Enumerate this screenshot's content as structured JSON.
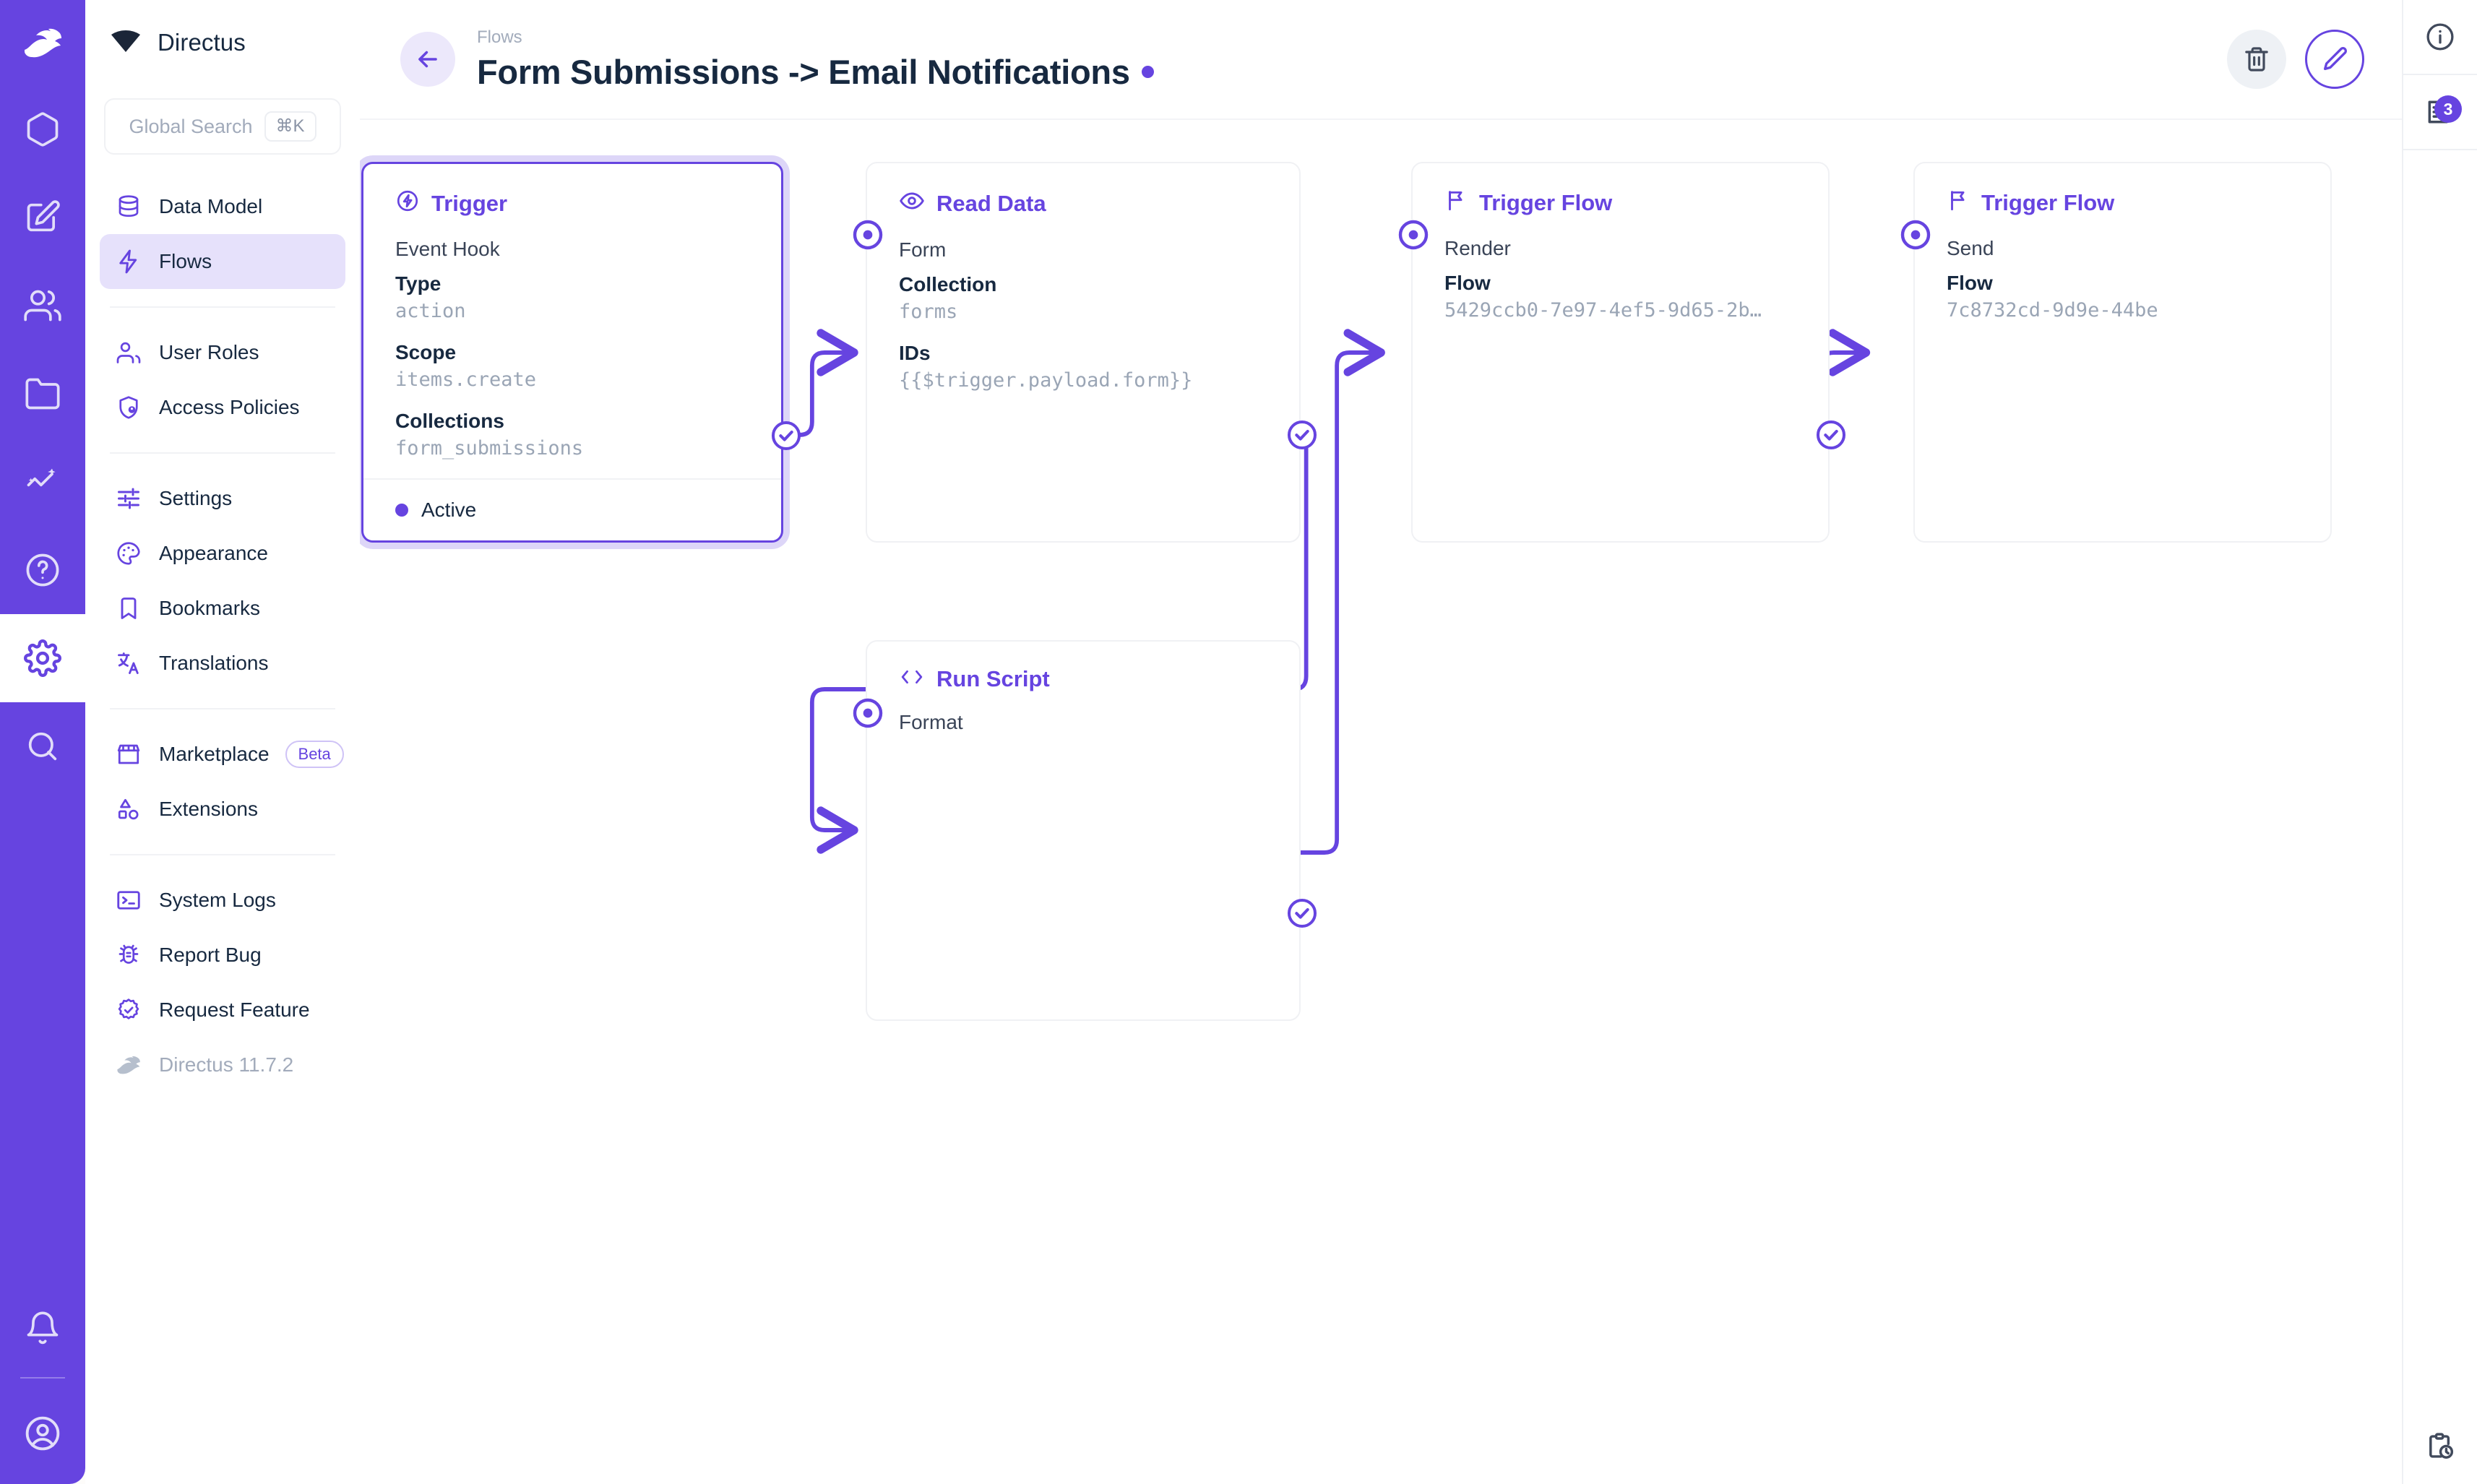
{
  "app": {
    "brand": "Directus",
    "version_label": "Directus 11.7.2"
  },
  "search": {
    "placeholder": "Global Search",
    "shortcut": "⌘K"
  },
  "rail": {
    "items": [
      {
        "name": "directus-logo-icon",
        "label": "Directus"
      },
      {
        "name": "content-box-icon",
        "label": "Content"
      },
      {
        "name": "edit-square-icon",
        "label": "Editor"
      },
      {
        "name": "users-icon",
        "label": "User Directory"
      },
      {
        "name": "folder-icon",
        "label": "File Library"
      },
      {
        "name": "insights-icon",
        "label": "Insights"
      },
      {
        "name": "help-circle-icon",
        "label": "Help"
      },
      {
        "name": "gear-icon",
        "label": "Settings"
      },
      {
        "name": "search-icon",
        "label": "Search"
      }
    ],
    "bottom": [
      {
        "name": "bell-icon",
        "label": "Notifications"
      },
      {
        "name": "account-circle-icon",
        "label": "Account"
      }
    ]
  },
  "sidebar": {
    "groups": [
      {
        "items": [
          {
            "label": "Data Model",
            "icon": "database-icon",
            "active": false
          },
          {
            "label": "Flows",
            "icon": "lightning-bolt-icon",
            "active": true
          }
        ]
      },
      {
        "items": [
          {
            "label": "User Roles",
            "icon": "users-icon",
            "active": false
          },
          {
            "label": "Access Policies",
            "icon": "shield-user-icon",
            "active": false
          }
        ]
      },
      {
        "items": [
          {
            "label": "Settings",
            "icon": "sliders-icon",
            "active": false
          },
          {
            "label": "Appearance",
            "icon": "palette-icon",
            "active": false
          },
          {
            "label": "Bookmarks",
            "icon": "bookmark-icon",
            "active": false
          },
          {
            "label": "Translations",
            "icon": "translate-icon",
            "active": false
          }
        ]
      },
      {
        "items": [
          {
            "label": "Marketplace",
            "icon": "storefront-icon",
            "badge": "Beta",
            "active": false
          },
          {
            "label": "Extensions",
            "icon": "shapes-icon",
            "active": false
          }
        ]
      },
      {
        "items": [
          {
            "label": "System Logs",
            "icon": "terminal-icon",
            "active": false
          },
          {
            "label": "Report Bug",
            "icon": "bug-icon",
            "active": false
          },
          {
            "label": "Request Feature",
            "icon": "badge-check-icon",
            "active": false
          },
          {
            "label": "Directus 11.7.2",
            "icon": "directus-rabbit-icon",
            "muted": true,
            "active": false
          }
        ]
      }
    ]
  },
  "header": {
    "breadcrumb": "Flows",
    "title": "Form Submissions -> Email Notifications",
    "status_dot_color": "#6644e0",
    "back_label": "Back",
    "delete_label": "Delete Flow",
    "edit_label": "Edit Flow"
  },
  "right_panel": {
    "info_label": "Info",
    "logs_label": "Logs",
    "logs_badge": "3",
    "activity_label": "Activity"
  },
  "accent": {
    "primary": "#6644e0",
    "selected_halo": "#ddd6f8",
    "muted_text": "#9aa5b5"
  },
  "flow": {
    "nodes": [
      {
        "id": "trigger",
        "type": "trigger",
        "icon": "bolt-circle-icon",
        "title": "Trigger",
        "subtitle": "Event Hook",
        "selected": true,
        "fields": [
          {
            "key": "Type",
            "value": "action"
          },
          {
            "key": "Scope",
            "value": "items.create"
          },
          {
            "key": "Collections",
            "value": "form_submissions"
          }
        ],
        "footer": {
          "status": "Active"
        }
      },
      {
        "id": "read-data",
        "type": "operation",
        "icon": "eye-icon",
        "title": "Read Data",
        "subtitle": "Form",
        "selected": false,
        "fields": [
          {
            "key": "Collection",
            "value": "forms"
          },
          {
            "key": "IDs",
            "value": "{{$trigger.payload.form}}"
          }
        ]
      },
      {
        "id": "run-script",
        "type": "operation",
        "icon": "code-icon",
        "title": "Run Script",
        "subtitle": "Format",
        "selected": false,
        "fields": []
      },
      {
        "id": "trigger-flow-render",
        "type": "operation",
        "icon": "flag-icon",
        "title": "Trigger Flow",
        "subtitle": "Render",
        "selected": false,
        "fields": [
          {
            "key": "Flow",
            "value": "5429ccb0-7e97-4ef5-9d65-2b…"
          }
        ]
      },
      {
        "id": "trigger-flow-send",
        "type": "operation",
        "icon": "flag-icon",
        "title": "Trigger Flow",
        "subtitle": "Send",
        "selected": false,
        "fields": [
          {
            "key": "Flow",
            "value": "7c8732cd-9d9e-44be"
          }
        ]
      }
    ],
    "edges": [
      {
        "from": "trigger",
        "to": "read-data",
        "kind": "resolve"
      },
      {
        "from": "read-data",
        "to": "run-script",
        "kind": "resolve"
      },
      {
        "from": "run-script",
        "to": "trigger-flow-render",
        "kind": "resolve"
      },
      {
        "from": "trigger-flow-render",
        "to": "trigger-flow-send",
        "kind": "resolve"
      }
    ]
  }
}
